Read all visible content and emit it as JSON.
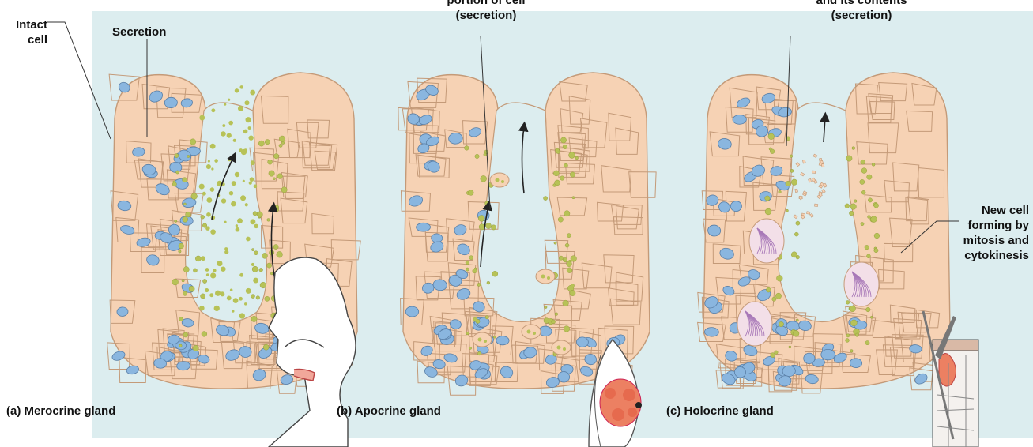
{
  "labels": {
    "intact_cell": [
      "Intact",
      "cell"
    ],
    "secretion": "Secretion",
    "apocrine_secretion": [
      "portion of cell",
      "(secretion)"
    ],
    "holocrine_secretion": [
      "and its contents",
      "(secretion)"
    ],
    "new_cell": [
      "New cell",
      "forming by",
      "mitosis and",
      "cytokinesis"
    ]
  },
  "panels": [
    {
      "caption": "(a) Merocrine gland"
    },
    {
      "caption": "(b) Apocrine gland"
    },
    {
      "caption": "(c) Holocrine gland"
    }
  ],
  "colors": {
    "background": "#dcedef",
    "cell_fill": "#f6d2b4",
    "cell_outline": "#c49a78",
    "nucleus": "#8ab6df",
    "granule": "#b7c257",
    "spindle": "#a878b8",
    "breast_tissue": "#ec8062"
  },
  "icons": [
    "head-profile-icon",
    "breast-icon",
    "skin-hair-follicle-icon"
  ]
}
